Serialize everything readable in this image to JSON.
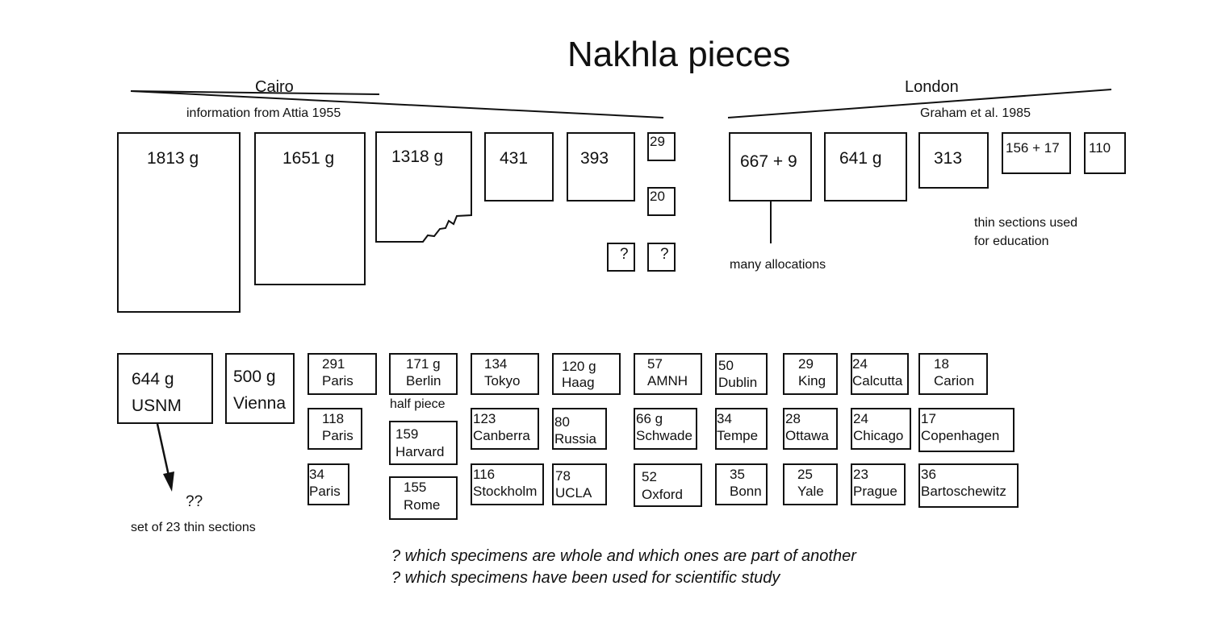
{
  "title": "Nakhla pieces",
  "cairo": {
    "label": "Cairo",
    "source": "information from Attia 1955",
    "pieces": {
      "p1813": "1813 g",
      "p1651": "1651 g",
      "p1318": "1318 g",
      "p431": "431",
      "p393": "393",
      "p29": "29",
      "p20": "20",
      "unknown_a": "?",
      "unknown_b": "?"
    }
  },
  "london": {
    "label": "London",
    "source": "Graham et al. 1985",
    "pieces": {
      "p667": "667 + 9",
      "p641": "641 g",
      "p313": "313",
      "p156": "156 + 17",
      "p110": "110"
    },
    "allocations_note": "many allocations",
    "thin_sections_note_line1": "thin sections used",
    "thin_sections_note_line2": "for education"
  },
  "other": {
    "usnm": {
      "mass": "644 g",
      "place": "USNM"
    },
    "vienna": {
      "mass": "500 g",
      "place": "Vienna"
    },
    "paris291": {
      "mass": "291",
      "place": "Paris"
    },
    "paris118": {
      "mass": "118",
      "place": "Paris"
    },
    "paris34": {
      "mass": "34",
      "place": "Paris"
    },
    "berlin": {
      "mass": "171 g",
      "place": "Berlin"
    },
    "half_piece": "half piece",
    "harvard": {
      "mass": "159",
      "place": "Harvard"
    },
    "rome": {
      "mass": "155",
      "place": "Rome"
    },
    "tokyo": {
      "mass": "134",
      "place": "Tokyo"
    },
    "canberra": {
      "mass": "123",
      "place": "Canberra"
    },
    "stockholm": {
      "mass": "116",
      "place": "Stockholm"
    },
    "haag": {
      "mass": "120 g",
      "place": "Haag"
    },
    "russia": {
      "mass": "80",
      "place": "Russia"
    },
    "ucla": {
      "mass": "78",
      "place": "UCLA"
    },
    "amnh": {
      "mass": "57",
      "place": "AMNH"
    },
    "schwade": {
      "mass": "66 g",
      "place": "Schwade"
    },
    "oxford": {
      "mass": "52",
      "place": "Oxford"
    },
    "dublin": {
      "mass": "50",
      "place": "Dublin"
    },
    "tempe": {
      "mass": "34",
      "place": "Tempe"
    },
    "bonn": {
      "mass": "35",
      "place": "Bonn"
    },
    "king": {
      "mass": "29",
      "place": "King"
    },
    "ottawa": {
      "mass": "28",
      "place": "Ottawa"
    },
    "yale": {
      "mass": "25",
      "place": "Yale"
    },
    "calcutta": {
      "mass": "24",
      "place": "Calcutta"
    },
    "chicago": {
      "mass": "24",
      "place": "Chicago"
    },
    "prague": {
      "mass": "23",
      "place": "Prague"
    },
    "carion": {
      "mass": "18",
      "place": "Carion"
    },
    "copenhagen": {
      "mass": "17",
      "place": "Copenhagen"
    },
    "bartoschewitz": {
      "mass": "36",
      "place": "Bartoschewitz"
    },
    "usnm_question": "??",
    "usnm_thin_sections": "set of 23 thin sections"
  },
  "questions": {
    "q1": "? which specimens are whole and which ones are part of another",
    "q2": "? which specimens have been used for scientific study"
  }
}
